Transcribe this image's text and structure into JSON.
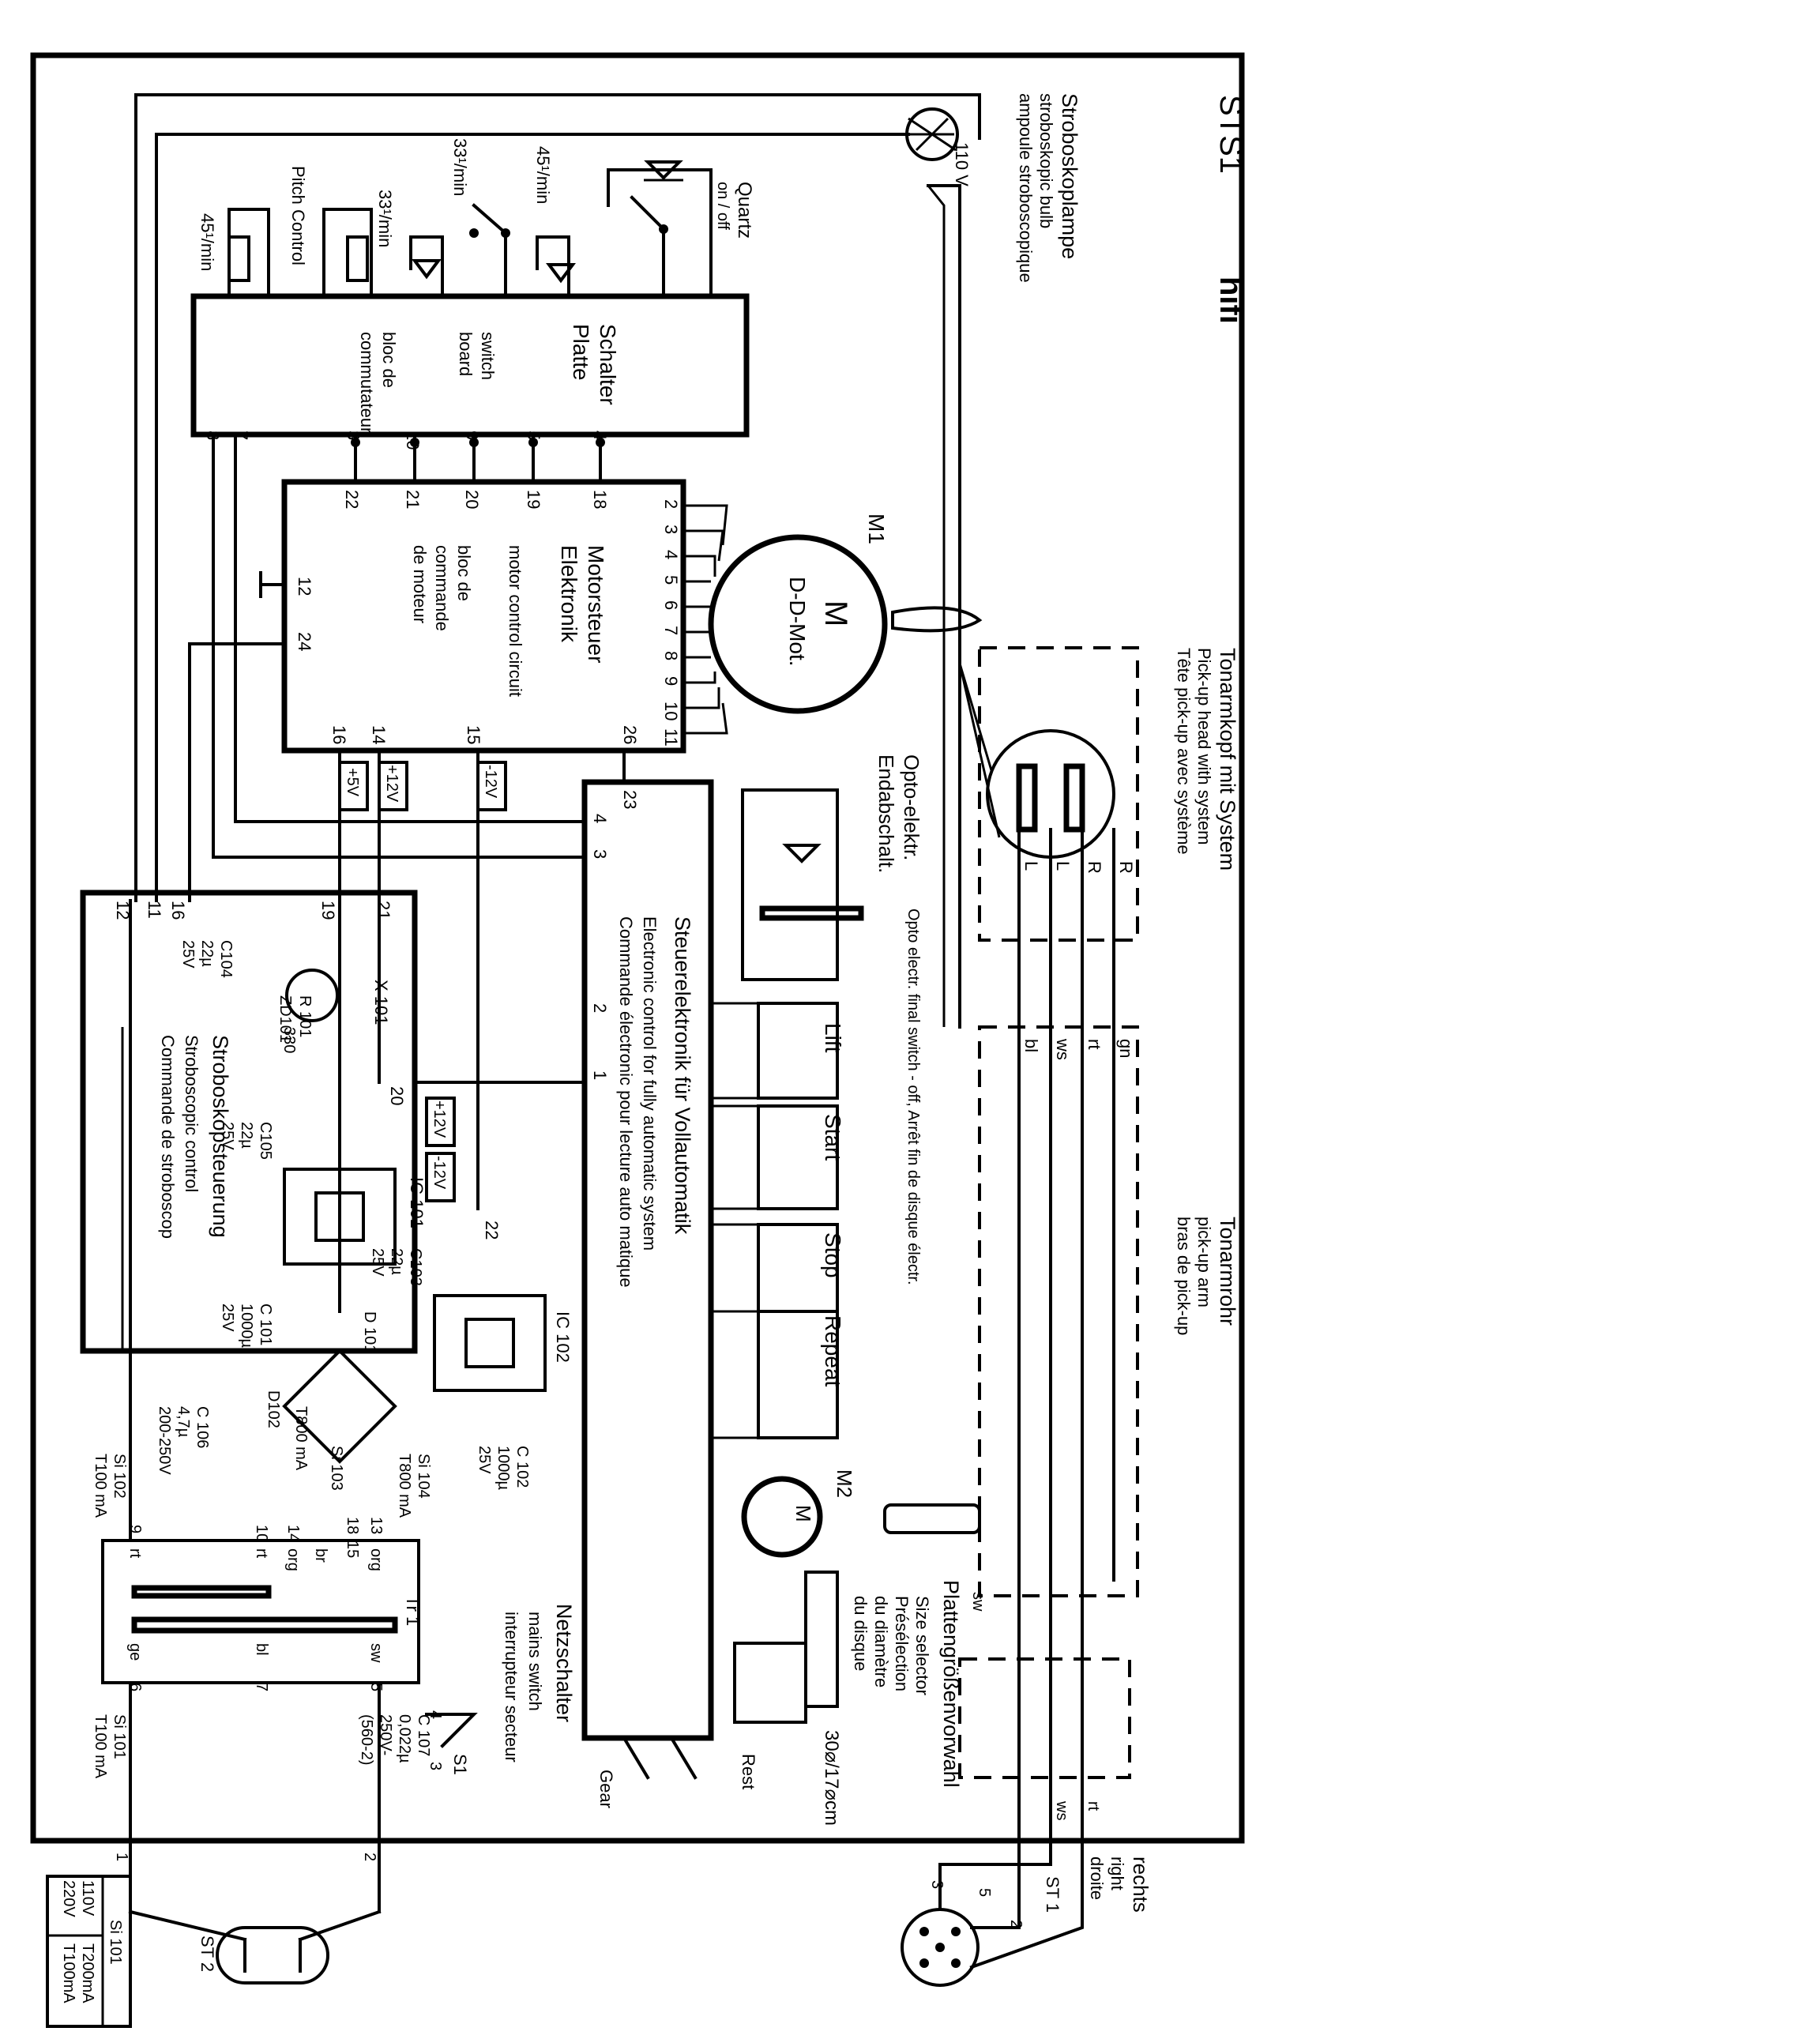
{
  "title": {
    "model": "STS1",
    "variant": "hifi"
  },
  "strobe_lamp": {
    "de": "Stroboskoplampe",
    "en": "stroboskopic bulb",
    "fr": "ampoule stroboscopique",
    "voltage": "110 V"
  },
  "switch_board": {
    "de1": "Schalter",
    "de2": "Platte",
    "en1": "switch",
    "en2": "board",
    "fr1": "bloc de",
    "fr2": "commutateur",
    "pins": [
      "8",
      "7",
      "3",
      "10",
      "9",
      "5",
      "4"
    ],
    "quartz": "Quartz",
    "quartz_sub": "on / off",
    "speed45": "45¹/min",
    "speed33": "33¹/min",
    "pitch_control": "Pitch Control"
  },
  "motor_control": {
    "de1": "Motorsteuer",
    "de2": "Elektronik",
    "en": "motor control circuit",
    "fr1": "bloc de",
    "fr2": "commande",
    "fr3": "de moteur",
    "pins_top": [
      "22",
      "21",
      "20",
      "19",
      "18"
    ],
    "pins_right": [
      "2",
      "3",
      "4",
      "5",
      "6",
      "7",
      "8",
      "9",
      "10",
      "11"
    ],
    "pins_left": [
      "12",
      "24"
    ],
    "pins_bottom": [
      "16",
      "14",
      "15",
      "26"
    ]
  },
  "motor_m1": {
    "ref": "M1",
    "symbol": "M",
    "name": "D-D-Mot."
  },
  "tonearm_head": {
    "de": "Tonarmkopf mit System",
    "en": "Pick-up head with system",
    "fr": "Tête pick-up avec système",
    "channels": [
      "R",
      "R",
      "L",
      "L"
    ]
  },
  "tonearm_tube": {
    "de": "Tonarmrohr",
    "en": "pick-up arm",
    "fr": "bras de pick-up",
    "wires": [
      "gn",
      "rt",
      "ws",
      "bl"
    ]
  },
  "opto": {
    "de1": "Opto-elektr.",
    "de2": "Endabschalt.",
    "en_fr": "Opto electr. final switch - off, Arrêt fin de disque électr."
  },
  "control_electronics": {
    "de": "Steuerelektronik für Vollautomatik",
    "en": "Electronic control for fully automatic system",
    "fr": "Commande électronic pour lecture auto matique",
    "pins": [
      "23",
      "4",
      "3",
      "2",
      "1"
    ],
    "buttons": [
      "Lift",
      "Start",
      "Stop",
      "Repeat"
    ]
  },
  "strobe_control": {
    "de": "Stroboskopsteuerung",
    "en": "Stroboscopic control",
    "fr": "Commande de stroboscop",
    "pins": [
      "12",
      "11",
      "16",
      "19",
      "21",
      "20",
      "22"
    ]
  },
  "power_labels": {
    "p5": "+5V",
    "p12": "+12V",
    "m12": "-12V"
  },
  "components": {
    "c104": [
      "C104",
      "22µ",
      "25V"
    ],
    "x101": "X 101",
    "zd101": "ZD101",
    "r101": [
      "R 101",
      "330"
    ],
    "c105": [
      "C105",
      "22µ",
      "25V"
    ],
    "ic101": "IC 101",
    "c103": [
      "C103",
      "22µ",
      "25V"
    ],
    "d101": "D 101",
    "ic102": "IC 102",
    "c101": [
      "C 101",
      "1000µ",
      "25V"
    ],
    "d102": "D102",
    "t800": "T800 mA",
    "c106": [
      "C 106",
      "4,7µ",
      "200-250V"
    ],
    "si103": "Si 103",
    "si104": [
      "Si 104",
      "T800 mA"
    ],
    "c102": [
      "C 102",
      "1000µ",
      "25V"
    ],
    "si102": [
      "Si 102",
      "T100 mA"
    ],
    "si101": [
      "Si 101",
      "T100 mA"
    ],
    "c107": [
      "C 107",
      "0,022µ",
      "250V-",
      "(560-2)"
    ],
    "s1": "S1",
    "tr1": "Tr 1"
  },
  "transformer": {
    "left_pins": [
      "9",
      "10",
      "14",
      "18",
      "15",
      "13"
    ],
    "left_wires": [
      "rt",
      "rt",
      "org",
      "br",
      "org"
    ],
    "right_pins": [
      "6",
      "7",
      "5"
    ],
    "right_wires": [
      "ge",
      "bl",
      "sw"
    ]
  },
  "mains_switch": {
    "de": "Netzschalter",
    "en": "mains switch",
    "fr": "interrupteur secteur",
    "pins": [
      "4",
      "3"
    ]
  },
  "motor_m2": {
    "ref": "M2",
    "symbol": "M"
  },
  "size_selector": {
    "de": "Plattengrößenvorwahl",
    "en": "Size selector",
    "fr1": "Présélection",
    "fr2": "du diamètre",
    "fr3": "du disque",
    "sizes": "30⌀/17⌀cm"
  },
  "bottom": {
    "gear": "Gear",
    "rest": "Rest"
  },
  "output": {
    "connector": "ST 1",
    "de": "rechts",
    "en": "right",
    "fr": "droite",
    "pins": [
      "3",
      "5",
      "2"
    ],
    "wires": [
      "ws",
      "rt"
    ],
    "sw": "sw"
  },
  "mains": {
    "plug": "ST 2",
    "pins": [
      "1",
      "2"
    ],
    "fuse_table": {
      "header": "Si 101",
      "rows": [
        [
          "110V",
          "T200mA"
        ],
        [
          "220V",
          "T100mA"
        ]
      ]
    }
  }
}
